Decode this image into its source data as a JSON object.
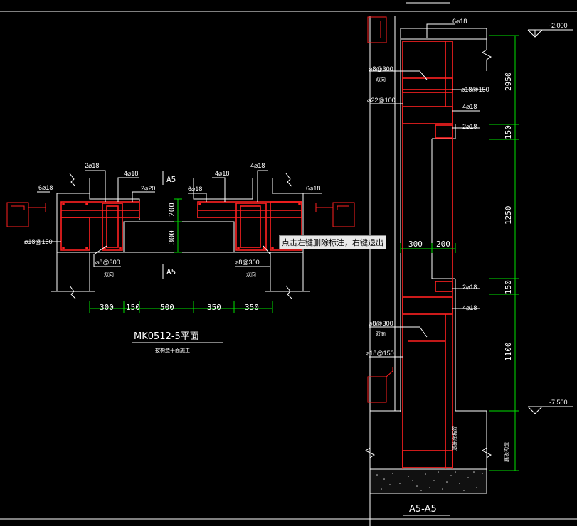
{
  "plan": {
    "title": "MK0512-5平面",
    "subtitle": "按构造平面施工",
    "section_marks": [
      "A5",
      "A5"
    ],
    "labels": {
      "top_2phi18": "2⌀18",
      "top_4phi18_left": "4⌀18",
      "top_2phi20": "2⌀20",
      "top_6phi18_left": "6⌀18",
      "top_6phi18_mid": "6⌀18",
      "top_4phi18_mid": "4⌀18",
      "top_4phi18_right": "4⌀18",
      "top_6phi18_right": "6⌀18",
      "phi18_150": "⌀18@150",
      "phi8_300_left": "⌀8@300",
      "phi8_300_left_note": "双向",
      "phi8_300_right": "⌀8@300",
      "phi8_300_right_note": "双向"
    },
    "dims_bottom": [
      "300",
      "150",
      "500",
      "350",
      "350"
    ],
    "dims_vertical": [
      "200",
      "300"
    ]
  },
  "section": {
    "title": "A5-A5",
    "dims_top": [
      "300",
      "200"
    ],
    "dims_right": [
      "2950",
      "150",
      "1250",
      "150",
      "1100"
    ],
    "elevations": [
      "-2.000",
      "-7.500"
    ],
    "labels": {
      "t_6phi18": "6⌀18",
      "t_phi8_300": "⌀8@300",
      "t_phi8_300_note": "双向",
      "t_phi18_150": "⌀18@150",
      "t_phi22_100": "⌀22@100",
      "t_4phi18": "4⌀18",
      "t_2phi18": "2⌀18",
      "b_2phi18": "2⌀18",
      "b_4phi18": "4⌀18",
      "b_phi8_300": "⌀8@300",
      "b_phi8_300_note": "双向",
      "b_phi18_150": "⌀18@150",
      "base_note": "基础底板筋",
      "side_note": "底板构造"
    }
  },
  "tooltip": "点击左键删除标注，右键退出"
}
